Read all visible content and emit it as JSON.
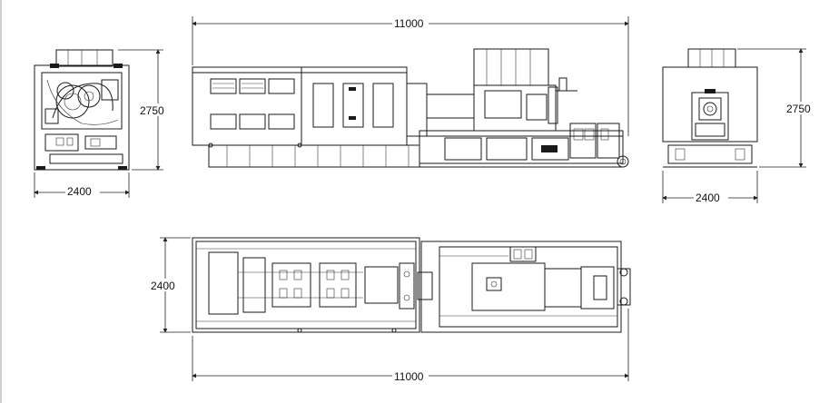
{
  "dimensions": {
    "front_width": "2400",
    "front_height": "2750",
    "side_length": "11000",
    "back_height": "2750",
    "back_width": "2400",
    "top_width": "2400",
    "top_length": "11000"
  },
  "colors": {
    "line": "#1a1a1a",
    "background": "#ffffff"
  }
}
